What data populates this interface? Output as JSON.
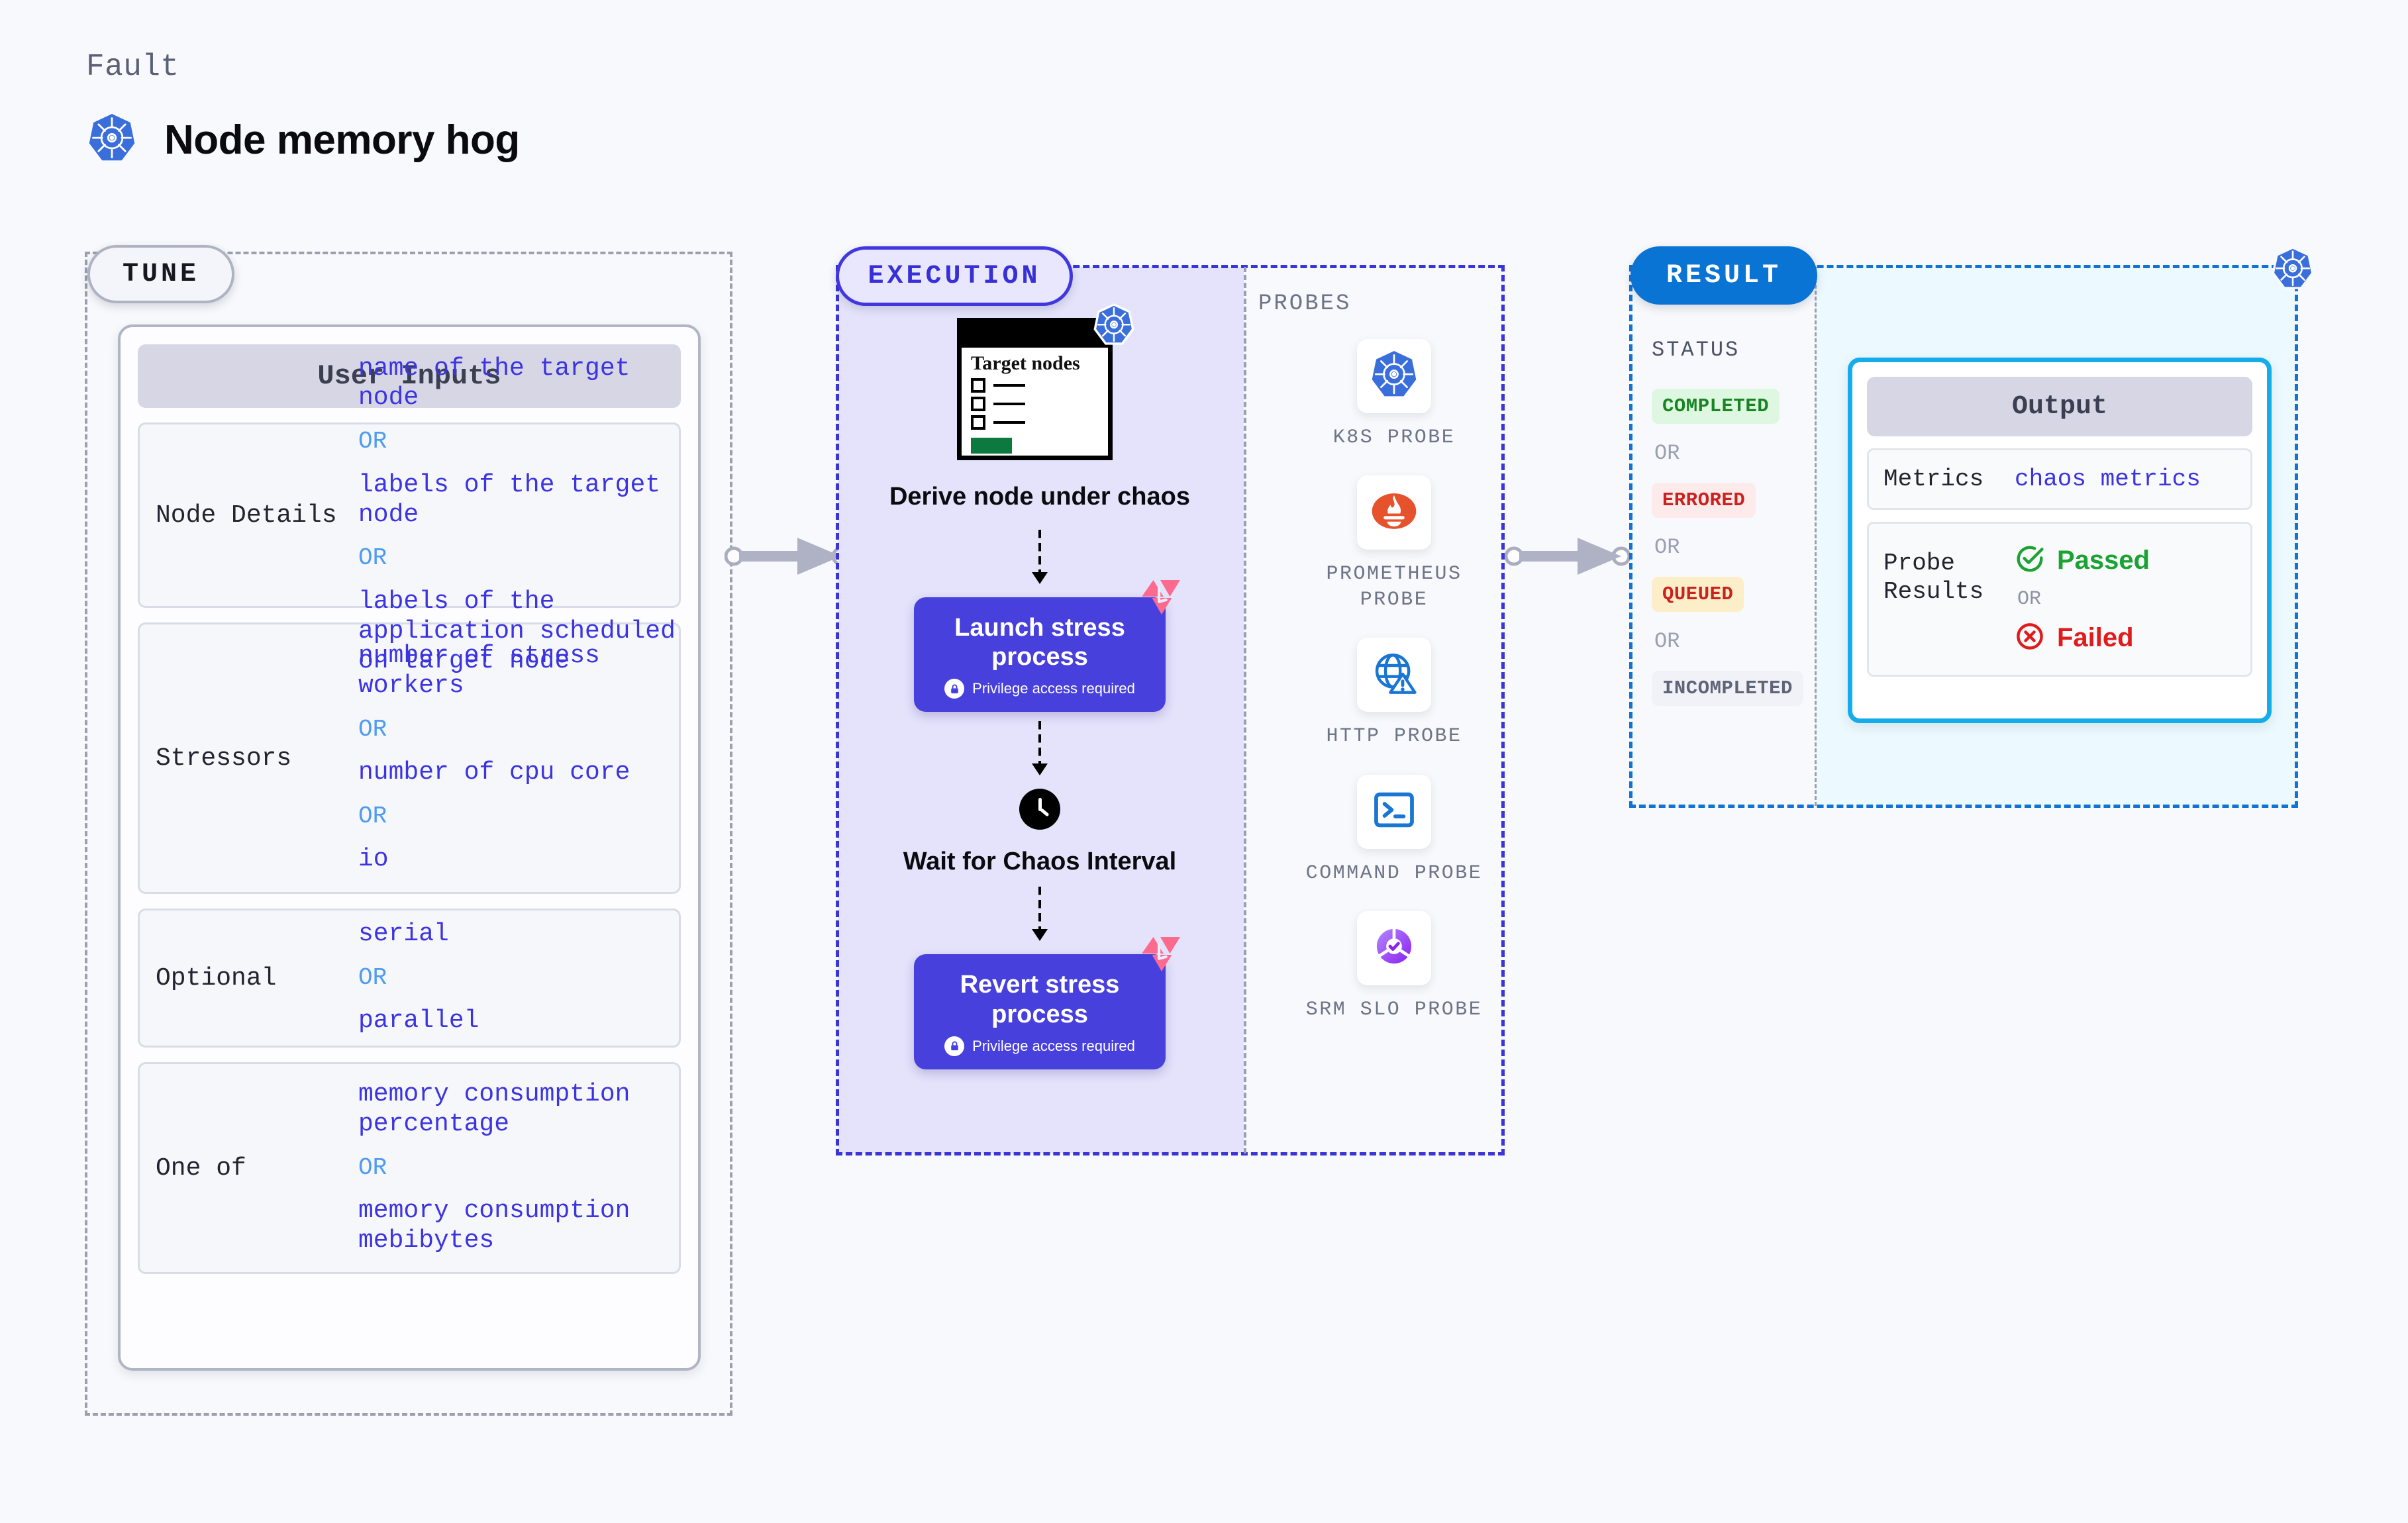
{
  "header": {
    "eyebrow": "Fault",
    "title": "Node memory hog",
    "icon": "kubernetes-icon"
  },
  "tune": {
    "pill_label": "TUNE",
    "card_title": "User Inputs",
    "rows": [
      {
        "key": "Node Details",
        "values": [
          "name of the target node",
          "labels of the target node",
          "labels of the application scheduled on target node"
        ],
        "separator": "OR"
      },
      {
        "key": "Stressors",
        "values": [
          "number of stress workers",
          "number of cpu core",
          "io"
        ],
        "separator": "OR"
      },
      {
        "key": "Optional",
        "values": [
          "serial",
          "parallel"
        ],
        "separator": "OR"
      },
      {
        "key": "One of",
        "values": [
          "memory consumption percentage",
          "memory consumption mebibytes"
        ],
        "separator": "OR"
      }
    ]
  },
  "execution": {
    "pill_label": "EXECUTION",
    "steps": [
      {
        "kind": "terminal",
        "terminal_title": "Target nodes",
        "label": "Derive node under chaos",
        "badge": "kubernetes-icon"
      },
      {
        "kind": "action",
        "label": "Launch stress process",
        "note": "Privilege access required",
        "note_icon": "lock-icon",
        "corner_icon": "harness-icon"
      },
      {
        "kind": "clock",
        "label": "Wait for Chaos Interval",
        "icon": "clock-icon"
      },
      {
        "kind": "action",
        "label": "Revert stress process",
        "note": "Privilege access required",
        "note_icon": "lock-icon",
        "corner_icon": "harness-icon"
      }
    ],
    "probes_label": "PROBES",
    "probes": [
      {
        "label": "K8S PROBE",
        "icon": "kubernetes-icon"
      },
      {
        "label": "PROMETHEUS PROBE",
        "icon": "prometheus-icon"
      },
      {
        "label": "HTTP PROBE",
        "icon": "globe-warning-icon"
      },
      {
        "label": "COMMAND PROBE",
        "icon": "terminal-prompt-icon"
      },
      {
        "label": "SRM SLO PROBE",
        "icon": "srm-slo-icon"
      }
    ]
  },
  "result": {
    "pill_label": "RESULT",
    "status_label": "STATUS",
    "status_separator": "OR",
    "statuses": [
      {
        "label": "COMPLETED",
        "bg": "#def7e0",
        "fg": "#1a8425"
      },
      {
        "label": "ERRORED",
        "bg": "#fdeaea",
        "fg": "#c9221f"
      },
      {
        "label": "QUEUED",
        "bg": "#fdeeca",
        "fg": "#c9221f"
      },
      {
        "label": "INCOMPLETED",
        "bg": "#f1f2f7",
        "fg": "#5f6479"
      }
    ],
    "output": {
      "title": "Output",
      "metrics_key": "Metrics",
      "metrics_value": "chaos metrics",
      "probe_results_key": "Probe Results",
      "separator": "OR",
      "passed_label": "Passed",
      "failed_label": "Failed",
      "passed_icon": "check-circle-icon",
      "failed_icon": "x-circle-icon"
    },
    "corner_icon": "kubernetes-icon"
  },
  "colors": {
    "accent_purple": "#4840dd",
    "accent_blue": "#0a74d4",
    "accent_cyan": "#14acea",
    "k8s_blue": "#3a6fdb",
    "harness_pink": "#fc6a8e",
    "prometheus_orange": "#e6522c",
    "value_text": "#3c34e0",
    "or_text": "#4f9cf0"
  }
}
